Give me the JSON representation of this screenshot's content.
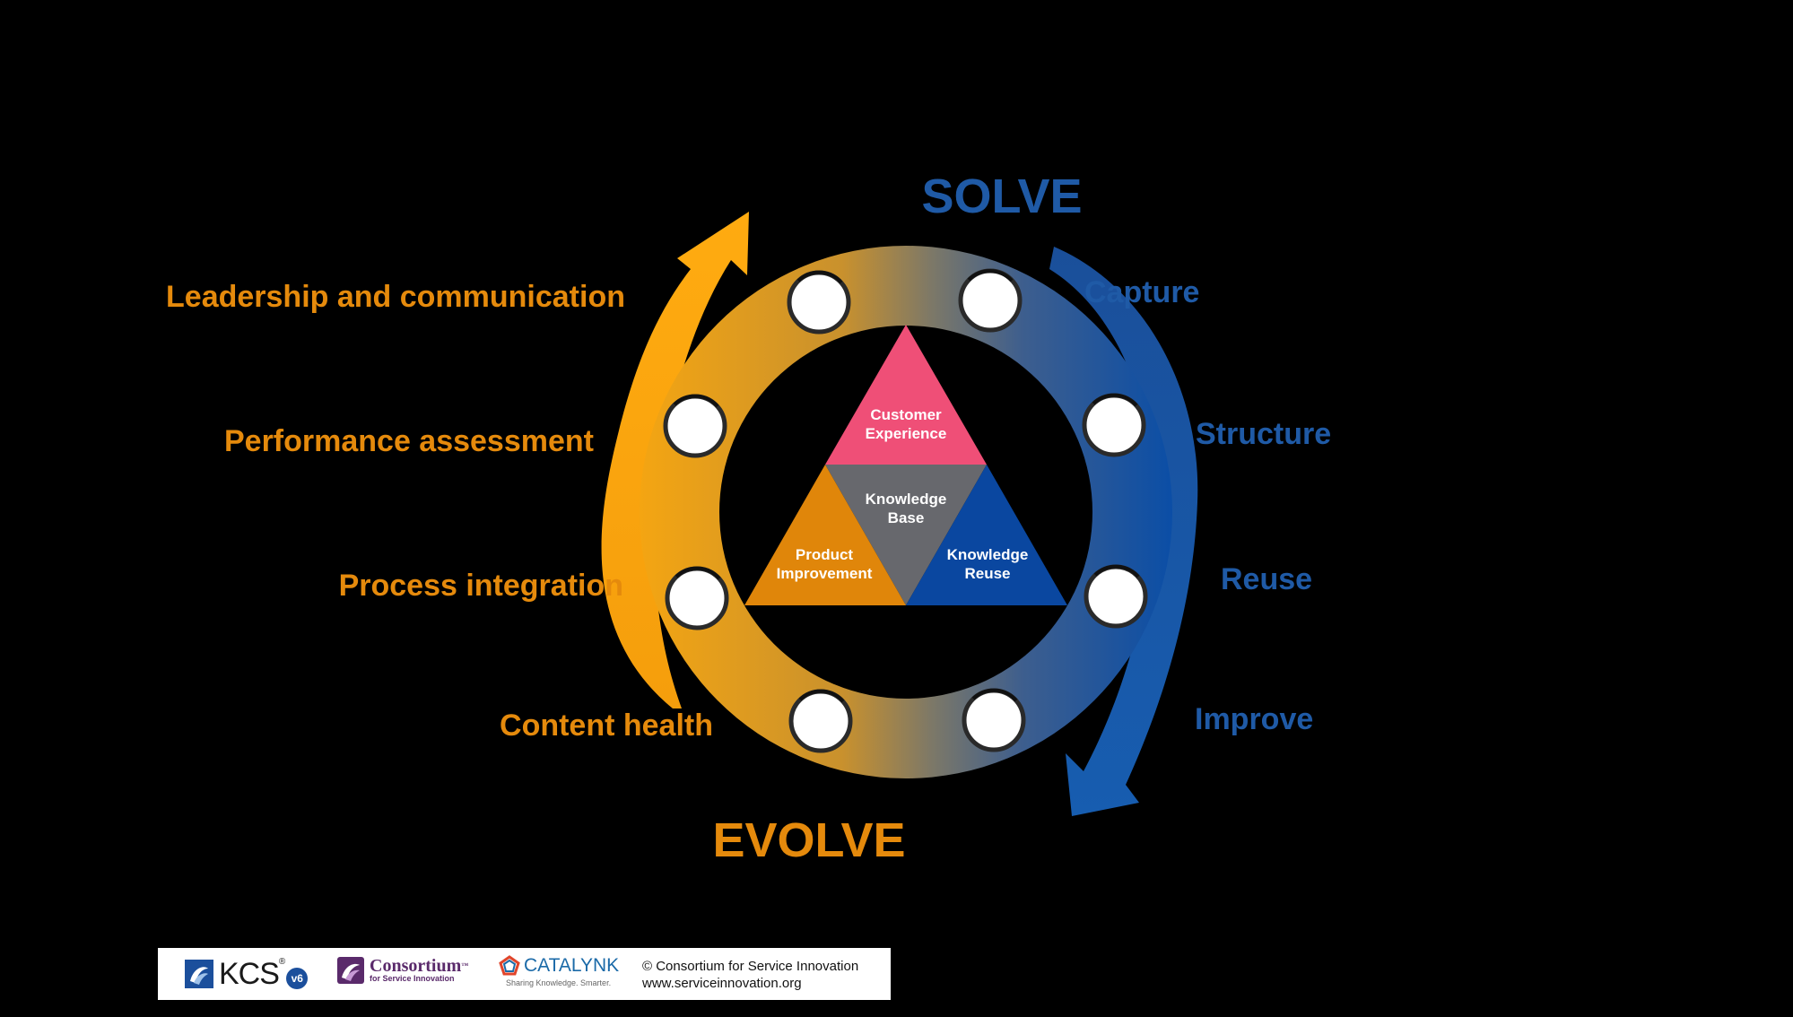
{
  "headings": {
    "solve": "SOLVE",
    "evolve": "EVOLVE"
  },
  "solve_practices": [
    "Capture",
    "Structure",
    "Reuse",
    "Improve"
  ],
  "evolve_practices": [
    "Leadership and communication",
    "Performance assessment",
    "Process integration",
    "Content health"
  ],
  "triangle": {
    "customer_experience": [
      "Customer",
      "Experience"
    ],
    "knowledge_base": [
      "Knowledge",
      "Base"
    ],
    "product_improvement": [
      "Product",
      "Improvement"
    ],
    "knowledge_reuse": [
      "Knowledge",
      "Reuse"
    ]
  },
  "colors": {
    "solve_blue": "#1f5aa6",
    "evolve_orange": "#e58a0c",
    "customer_pink": "#ef4f77",
    "knowledge_gray": "#67686d",
    "product_orange": "#e0860a",
    "reuse_blue": "#0a47a0",
    "background": "#000000"
  },
  "footer": {
    "kcs": "KCS",
    "kcs_reg": "®",
    "kcs_version": "v6",
    "consortium_name": "Consortium",
    "consortium_tm": "™",
    "consortium_sub": "for Service Innovation",
    "catalynk_name": "CATALYNK",
    "catalynk_tagline": "Sharing Knowledge. Smarter.",
    "copyright": "© Consortium for Service Innovation",
    "website": "www.serviceinnovation.org"
  }
}
